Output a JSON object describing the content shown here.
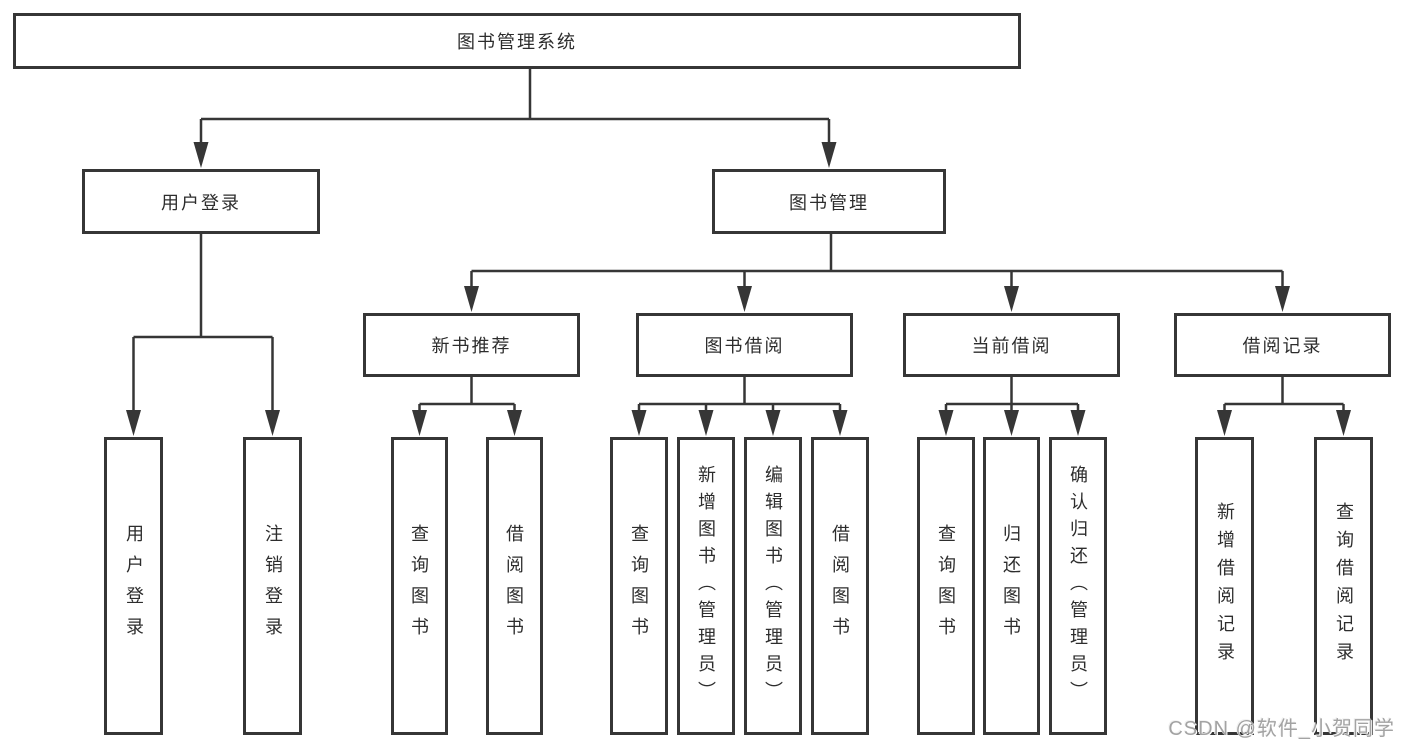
{
  "diagram": {
    "root": {
      "label": "图书管理系统"
    },
    "level2": [
      {
        "label": "用户登录"
      },
      {
        "label": "图书管理"
      }
    ],
    "level3": [
      {
        "label": "新书推荐"
      },
      {
        "label": "图书借阅"
      },
      {
        "label": "当前借阅"
      },
      {
        "label": "借阅记录"
      }
    ],
    "leaves": {
      "login": [
        {
          "label": "用户登录"
        },
        {
          "label": "注销登录"
        }
      ],
      "recommend": [
        {
          "label": "查询图书"
        },
        {
          "label": "借阅图书"
        }
      ],
      "borrow": [
        {
          "label": "查询图书"
        },
        {
          "label": "新增图书（管理员）"
        },
        {
          "label": "编辑图书（管理员）"
        },
        {
          "label": "借阅图书"
        }
      ],
      "current": [
        {
          "label": "查询图书"
        },
        {
          "label": "归还图书"
        },
        {
          "label": "确认归还（管理员）"
        }
      ],
      "records": [
        {
          "label": "新增借阅记录"
        },
        {
          "label": "查询借阅记录"
        }
      ]
    },
    "watermark": "CSDN @软件_小贺同学",
    "colors": {
      "line": "#363636",
      "text": "#2d2d2d",
      "background": "#ffffff",
      "watermark": "#a3a3a3"
    }
  }
}
